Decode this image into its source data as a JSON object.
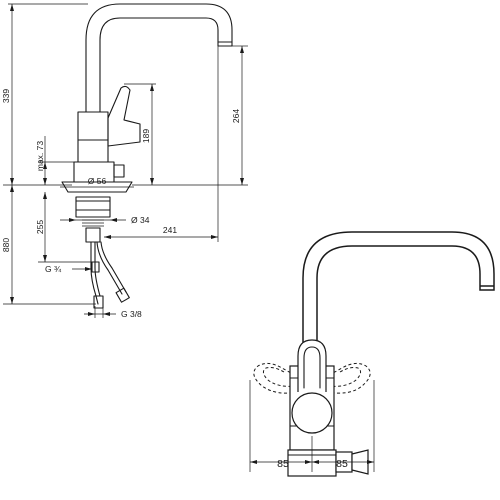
{
  "side_view": {
    "dims": {
      "total_height": "339",
      "spout_height": "264",
      "lever_height": "189",
      "max_thickness": "max. 73",
      "base_diameter": "Ø 56",
      "hole_diameter": "Ø 34",
      "shank_length": "255",
      "spout_reach": "241",
      "hose_length": "880",
      "thread_g34": "G ¾",
      "thread_g38": "G 3/8"
    }
  },
  "top_view": {
    "dims": {
      "left_clearance": "85",
      "right_clearance": "85"
    }
  }
}
